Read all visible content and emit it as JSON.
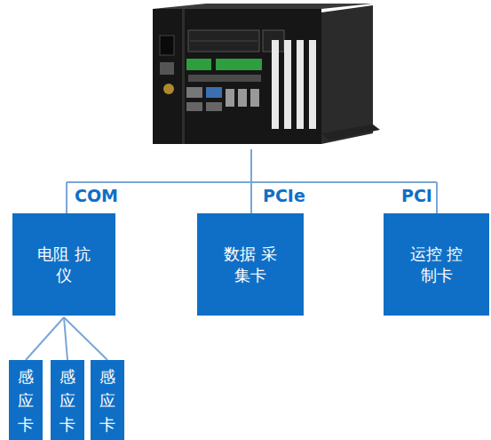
{
  "diagram": {
    "nodes": [
      {
        "text": [
          "电阻 抗仪"
        ]
      },
      {
        "text": [
          "数据 采集卡"
        ]
      },
      {
        "text": [
          "运控 控制卡"
        ]
      },
      {
        "text": [
          "感 应 卡"
        ]
      },
      {
        "text": [
          "感 应 卡"
        ]
      },
      {
        "text": [
          "感 应 卡"
        ]
      }
    ],
    "edges": [
      {
        "from": 0,
        "to": 3,
        "arrow": "none"
      },
      {
        "from": 0,
        "to": 4,
        "arrow": "none"
      },
      {
        "from": 0,
        "to": 5,
        "arrow": "none"
      }
    ],
    "labels": [
      "COM",
      "PCIe",
      "PCI"
    ]
  }
}
